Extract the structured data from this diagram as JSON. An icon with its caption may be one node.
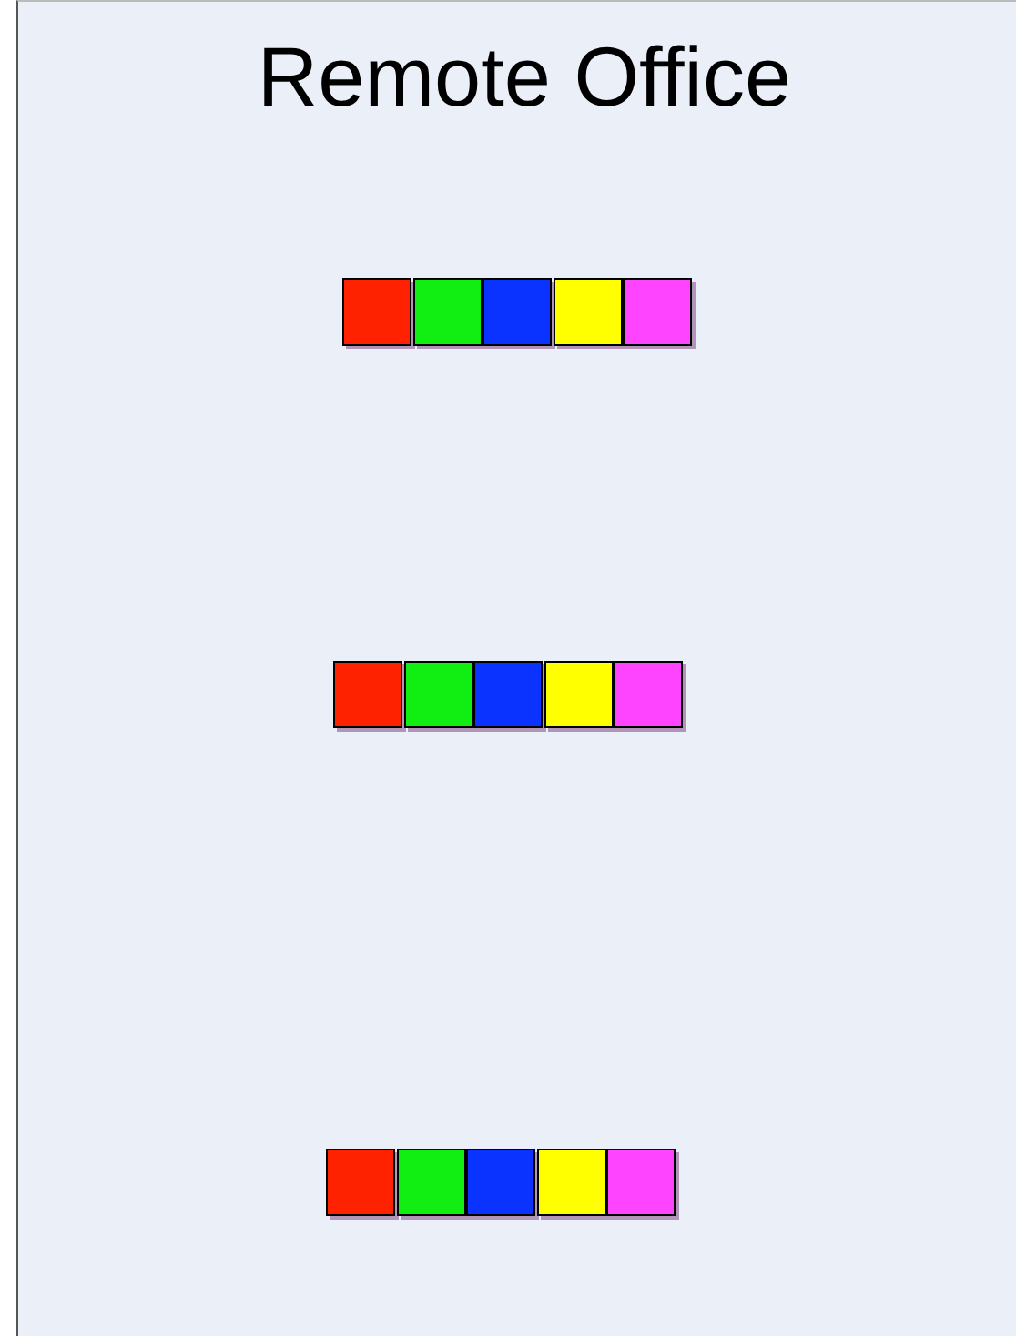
{
  "diagram": {
    "nodes": [
      {
        "text": [
          "Remote Office"
        ]
      },
      {
        "text": [],
        "shape": "box",
        "in": 0
      },
      {
        "text": [],
        "shape": "box",
        "in": 0
      },
      {
        "text": [],
        "shape": "box",
        "in": 0
      },
      {
        "text": [],
        "shape": "box",
        "in": 0
      },
      {
        "text": [],
        "shape": "box",
        "in": 0
      },
      {
        "text": [],
        "shape": "box",
        "in": 0
      },
      {
        "text": [],
        "shape": "box",
        "in": 0
      },
      {
        "text": [],
        "shape": "box",
        "in": 0
      },
      {
        "text": [],
        "shape": "box",
        "in": 0
      },
      {
        "text": [],
        "shape": "box",
        "in": 0
      },
      {
        "text": [],
        "shape": "box",
        "in": 0
      },
      {
        "text": [],
        "shape": "box",
        "in": 0
      },
      {
        "text": [],
        "shape": "box",
        "in": 0
      },
      {
        "text": [],
        "shape": "box",
        "in": 0
      },
      {
        "text": [],
        "shape": "box",
        "in": 0
      }
    ],
    "edges": []
  }
}
